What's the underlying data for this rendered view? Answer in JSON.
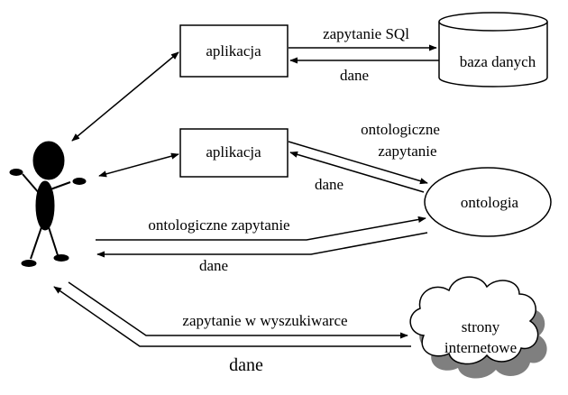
{
  "nodes": {
    "app_top": "aplikacja",
    "app_mid": "aplikacja",
    "database": "baza danych",
    "ontology": "ontologia",
    "websites_line1": "strony",
    "websites_line2": "internetowe"
  },
  "edges": {
    "sql_query": "zapytanie SQl",
    "db_data": "dane",
    "onto_query_line1": "ontologiczne",
    "onto_query_line2": "zapytanie",
    "app_onto_data": "dane",
    "user_onto_query": "ontologiczne zapytanie",
    "user_onto_data": "dane",
    "search_query": "zapytanie w wyszukiwarce",
    "web_data": "dane"
  },
  "colors": {
    "stroke": "#000000",
    "fill": "#ffffff",
    "shadow": "#7f7f7f"
  }
}
